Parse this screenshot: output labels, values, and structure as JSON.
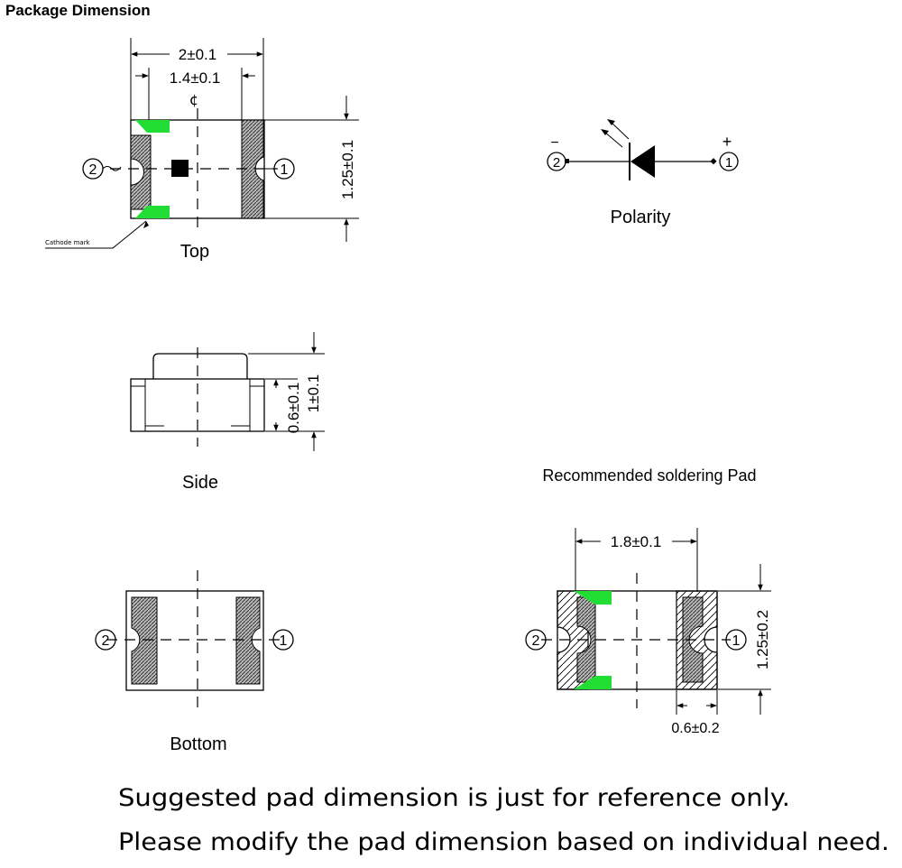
{
  "page_title": "Package Dimension",
  "labels": {
    "top": "Top",
    "side": "Side",
    "bottom": "Bottom",
    "polarity": "Polarity",
    "pad_title": "Recommended soldering Pad",
    "cathode_mark": "Cathode mark",
    "centerline": "¢",
    "pin1": "1",
    "pin2": "2",
    "minus": "−",
    "plus": "+"
  },
  "dimensions": {
    "top_width": "2±0.1",
    "top_inner_width": "1.4±0.1",
    "top_height": "1.25±0.1",
    "side_height_1": "0.6±0.1",
    "side_height_2": "1±0.1",
    "pad_width": "1.8±0.1",
    "pad_height": "1.25±0.2",
    "pad_land": "0.6±0.2"
  },
  "notes": {
    "line1": "Suggested pad dimension is just for reference only.",
    "line2": "Please modify the pad dimension based on individual need."
  },
  "colors": {
    "cathode_mark": "#22dd33",
    "hatch": "#888888",
    "ink": "#000000"
  }
}
